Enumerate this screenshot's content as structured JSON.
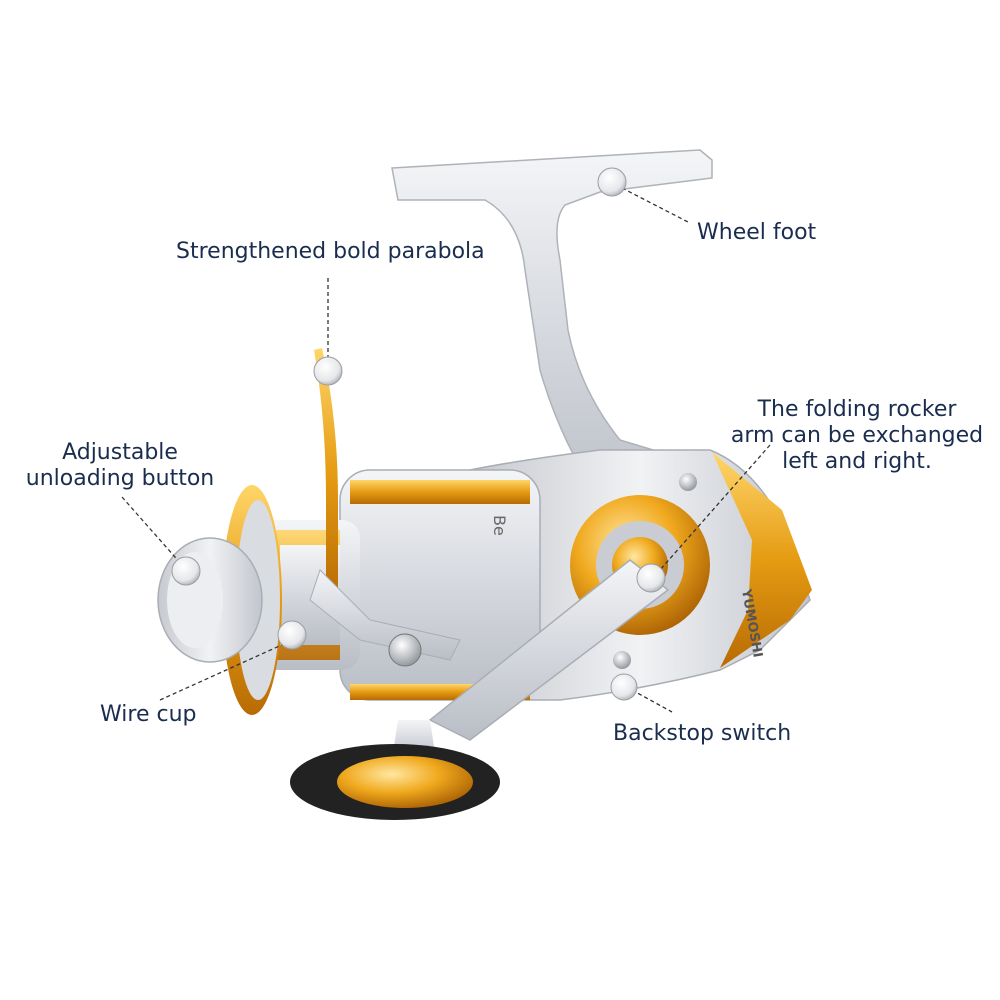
{
  "callouts": {
    "wheel_foot": "Wheel foot",
    "bold_parabola": "Strengthened bold parabola",
    "folding_arm": [
      "The folding rocker",
      "arm can be exchanged",
      "left and right."
    ],
    "unloading_button": [
      "Adjustable",
      "unloading button"
    ],
    "wire_cup": "Wire cup",
    "backstop_switch": "Backstop switch"
  },
  "product": {
    "brand_mark": "YUMOSHI",
    "body_marking": "Be"
  },
  "colors": {
    "label_text": "#1a2d4f",
    "silver_body": "#d9dbe0",
    "gold_accent": "#e5a21a",
    "handle_knob_rim": "#222222",
    "leader_line": "#333333"
  }
}
